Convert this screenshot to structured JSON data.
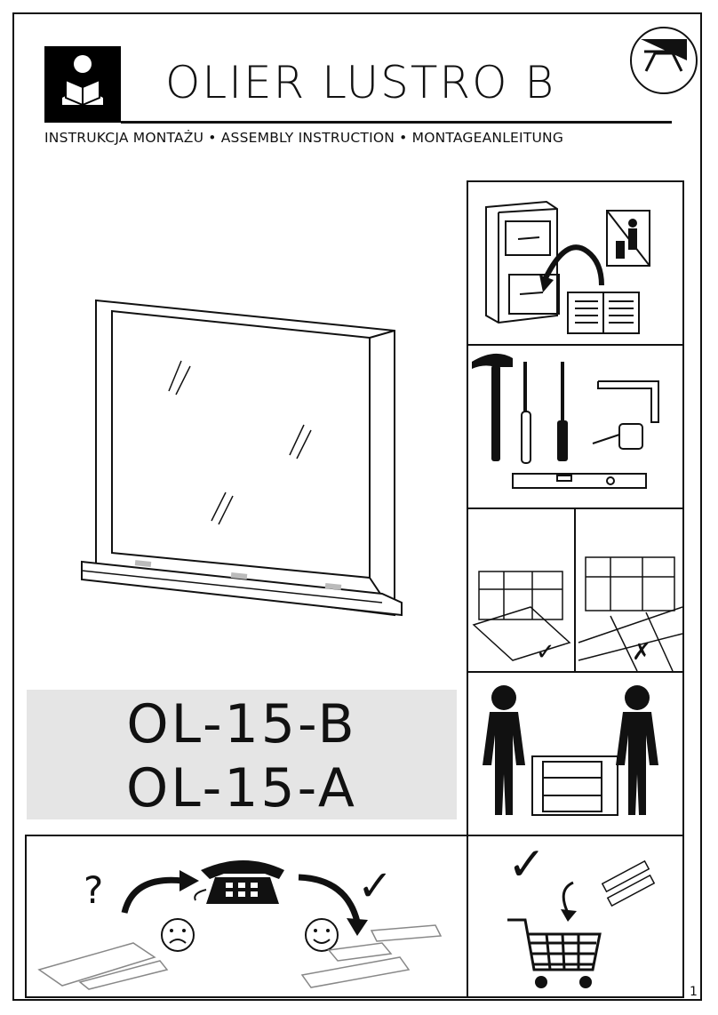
{
  "header": {
    "title": "OLIER LUSTRO B",
    "subtitle": "INSTRUKCJA MONTAŻU • ASSEMBLY INSTRUCTION • MONTAGEANLEITUNG"
  },
  "product_codes": [
    "OL-15-B",
    "OL-15-A"
  ],
  "panels": {
    "phone_help": {
      "question_mark": "?",
      "check": "✓"
    },
    "floor": {
      "ok": "✓",
      "bad": "✗"
    },
    "cart_check": "✓"
  },
  "footer": {
    "page_number": "1"
  },
  "colors": {
    "ink": "#111111",
    "code_bg": "#e5e5e5"
  }
}
